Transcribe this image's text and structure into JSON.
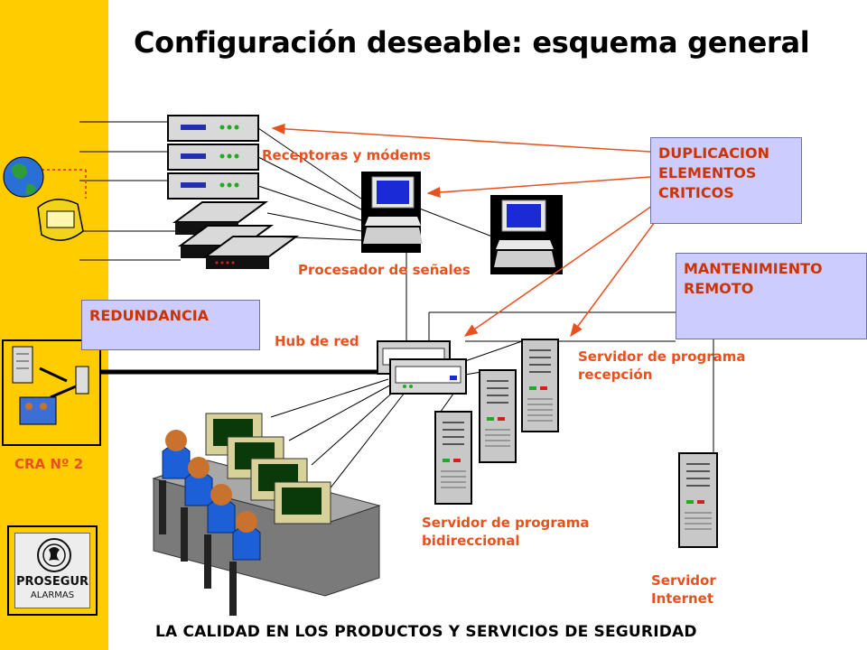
{
  "title": "Configuración deseable: esquema general",
  "labels": {
    "receptoras": "Receptoras y módems",
    "procesador": "Procesador de señales",
    "hub": "Hub de red",
    "srv_recepcion_1": "Servidor de programa",
    "srv_recepcion_2": "recepción",
    "srv_bidir_1": "Servidor de programa",
    "srv_bidir_2": "bidireccional",
    "srv_internet_1": "Servidor",
    "srv_internet_2": "Internet"
  },
  "boxes": {
    "duplicacion_1": "DUPLICACION",
    "duplicacion_2": "ELEMENTOS",
    "duplicacion_3": "CRITICOS",
    "mantenimiento_1": "MANTENIMIENTO",
    "mantenimiento_2": "REMOTO",
    "redundancia": "REDUNDANCIA"
  },
  "cra": "CRA Nº 2",
  "logo": {
    "brand": "PROSEGUR",
    "sub": "ALARMAS"
  },
  "footer": "LA CALIDAD EN LOS PRODUCTOS Y SERVICIOS DE SEGURIDAD",
  "colors": {
    "sidebar": "#FFCC00",
    "label": "#E8501E",
    "box_bg": "#CCCCFF",
    "box_text": "#CC3300"
  }
}
